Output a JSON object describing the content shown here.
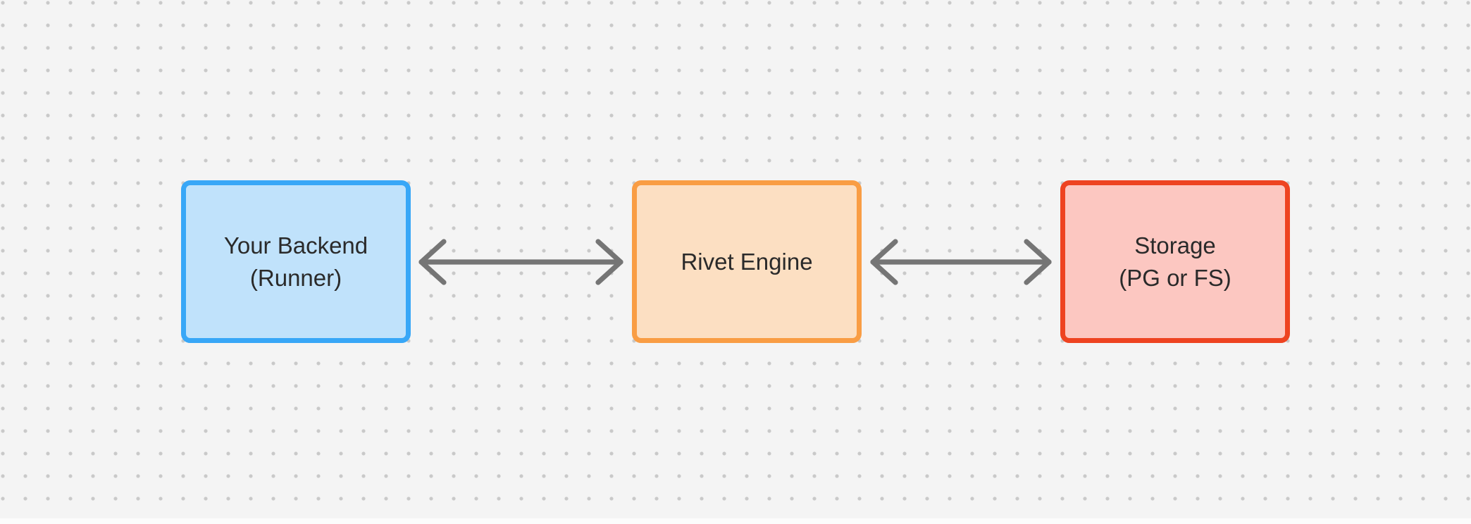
{
  "canvas": {
    "background": "#f4f4f4",
    "dot_color": "#c9c9c9",
    "arrow_color": "#757575",
    "text_color": "#2a2a2a"
  },
  "nodes": [
    {
      "id": "your-backend",
      "label_line1": "Your Backend",
      "label_line2": "(Runner)",
      "border_color": "#38a7f7",
      "fill_color": "#c0e2fb"
    },
    {
      "id": "rivet-engine",
      "label_line1": "Rivet Engine",
      "label_line2": "",
      "border_color": "#f99d44",
      "fill_color": "#fcdfc2"
    },
    {
      "id": "storage",
      "label_line1": "Storage",
      "label_line2": "(PG or FS)",
      "border_color": "#ee4321",
      "fill_color": "#fcc7c1"
    }
  ],
  "connections": [
    {
      "from": "Your Backend (Runner)",
      "to": "Rivet Engine",
      "type": "bidirectional"
    },
    {
      "from": "Rivet Engine",
      "to": "Storage (PG or FS)",
      "type": "bidirectional"
    }
  ]
}
